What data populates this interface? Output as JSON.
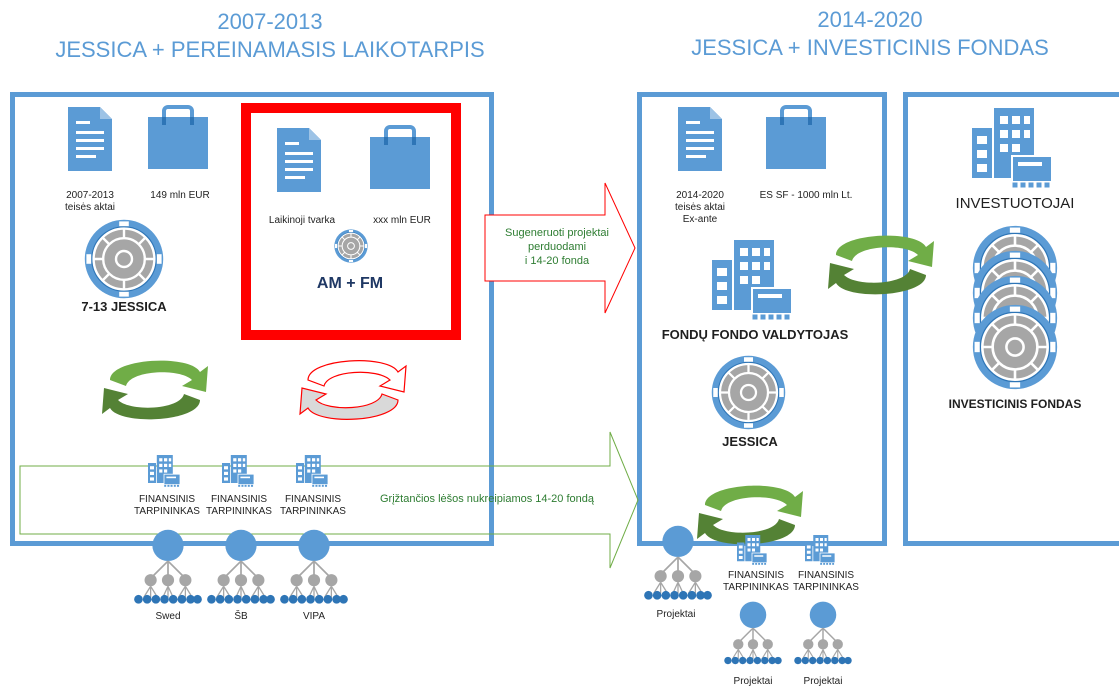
{
  "left_period": {
    "years": "2007-2013",
    "subtitle": "JESSICA +  PEREINAMASIS LAIKOTARPIS"
  },
  "right_period": {
    "years": "2014-2020",
    "subtitle": "JESSICA   +  INVESTICINIS FONDAS"
  },
  "box1": {
    "doc_label": [
      "2007-2013",
      "teisės aktai"
    ],
    "bag_label": "149 mln EUR",
    "fund_label": "7-13 JESSICA"
  },
  "red_box": {
    "doc_label": "Laikinoji tvarka",
    "bag_label": "xxx mln EUR",
    "label": "AM + FM"
  },
  "intermediaries_left": [
    {
      "line1": "FINANSINIS",
      "line2": "TARPININKAS",
      "bank": "Swed"
    },
    {
      "line1": "FINANSINIS",
      "line2": "TARPININKAS",
      "bank": "ŠB"
    },
    {
      "line1": "FINANSINIS",
      "line2": "TARPININKAS",
      "bank": "VIPA"
    }
  ],
  "arrow_top": [
    "Sugeneruoti projektai",
    "perduodami",
    "i 14-20 fonda"
  ],
  "arrow_bottom": "Grįžtančios lėšos nukreipiamos 14-20 fondą",
  "box2": {
    "doc_label": [
      "2014-2020",
      "teisės aktai",
      "Ex-ante"
    ],
    "bag_label": "ES SF - 1000 mln Lt.",
    "manager_label": "FONDŲ FONDO VALDYTOJAS",
    "fund_label": "JESSICA",
    "projects_label": "Projektai"
  },
  "intermediaries_right": [
    {
      "line1": "FINANSINIS",
      "line2": "TARPININKAS",
      "projects": "Projektai"
    },
    {
      "line1": "FINANSINIS",
      "line2": "TARPININKAS",
      "projects": "Projektai"
    }
  ],
  "box3": {
    "investors_label": "INVESTUOTOJAI",
    "fund_label": "INVESTICINIS FONDAS"
  },
  "colors": {
    "blue": "#5b9bd5",
    "red": "#ff0000",
    "green": "#70ad47",
    "dark_green": "#548235",
    "gray": "#a6a6a6"
  },
  "icons": [
    "document-icon",
    "shopping-bag-icon",
    "vault-icon",
    "building-icon",
    "cycle-arrows-icon",
    "network-node-icon"
  ]
}
